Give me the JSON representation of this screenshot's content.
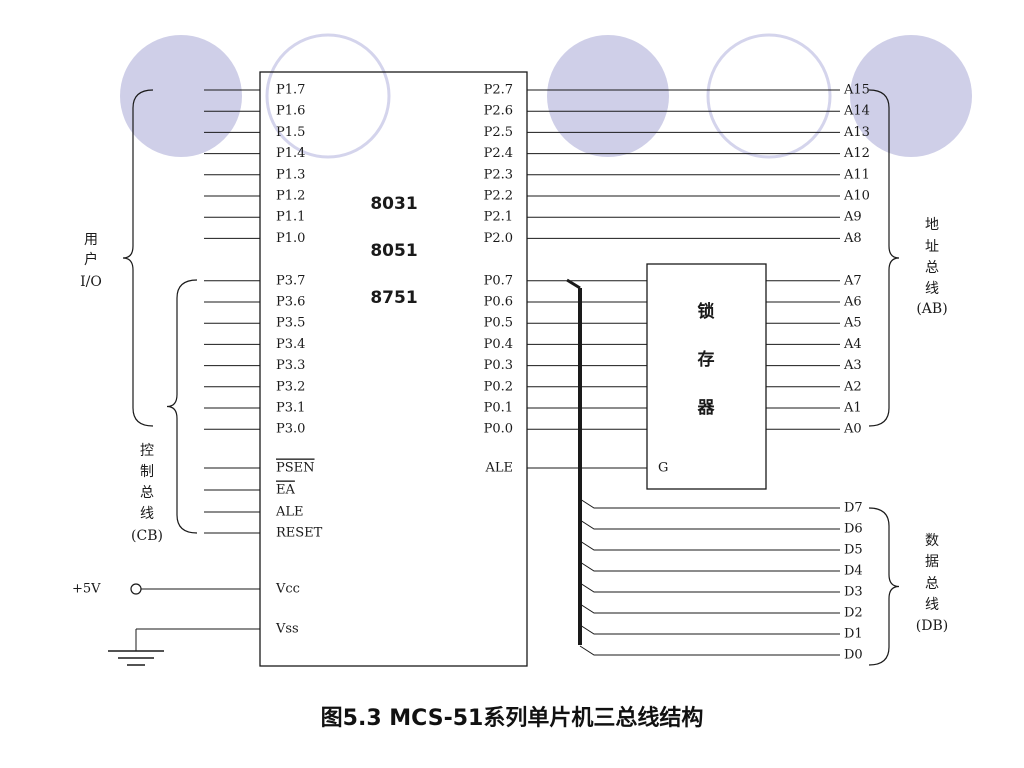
{
  "chip_models": [
    "8031",
    "8051",
    "8751"
  ],
  "port1_pins": [
    "P1.7",
    "P1.6",
    "P1.5",
    "P1.4",
    "P1.3",
    "P1.2",
    "P1.1",
    "P1.0"
  ],
  "port3_pins": [
    "P3.7",
    "P3.6",
    "P3.5",
    "P3.4",
    "P3.3",
    "P3.2",
    "P3.1",
    "P3.0"
  ],
  "control_pins": [
    "PSEN",
    "EA",
    "ALE",
    "RESET"
  ],
  "power_pins": [
    "Vcc",
    "Vss"
  ],
  "supply_label": "+5V",
  "port2_pins": [
    "P2.7",
    "P2.6",
    "P2.5",
    "P2.4",
    "P2.3",
    "P2.2",
    "P2.1",
    "P2.0"
  ],
  "port0_pins": [
    "P0.7",
    "P0.6",
    "P0.5",
    "P0.4",
    "P0.3",
    "P0.2",
    "P0.1",
    "P0.0"
  ],
  "ale_right_label": "ALE",
  "latch_label": [
    "锁",
    "存",
    "器"
  ],
  "latch_gate_label": "G",
  "address_high": [
    "A15",
    "A14",
    "A13",
    "A12",
    "A11",
    "A10",
    "A9",
    "A8"
  ],
  "address_low": [
    "A7",
    "A6",
    "A5",
    "A4",
    "A3",
    "A2",
    "A1",
    "A0"
  ],
  "data_lines": [
    "D7",
    "D6",
    "D5",
    "D4",
    "D3",
    "D2",
    "D1",
    "D0"
  ],
  "group_user_io": [
    "用",
    "户",
    "I/O"
  ],
  "group_control_bus": [
    "控",
    "制",
    "总",
    "线",
    "(CB)"
  ],
  "group_address_bus": [
    "地",
    "址",
    "总",
    "线",
    "(AB)"
  ],
  "group_data_bus": [
    "数",
    "据",
    "总",
    "线",
    "(DB)"
  ],
  "caption": "图5.3   MCS-51系列单片机三总线结构",
  "colors": {
    "decor_fill": "#cfcfe8",
    "decor_stroke": "#d4d4ec",
    "line": "#1a1a1a"
  }
}
